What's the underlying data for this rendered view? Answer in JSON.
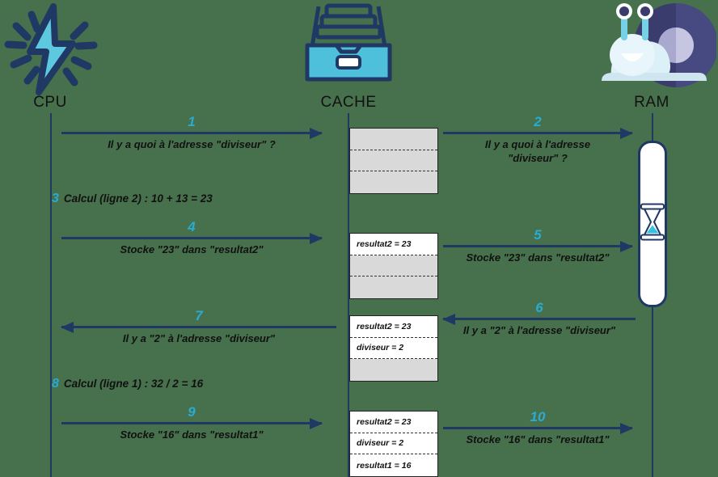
{
  "diagram": {
    "title": "CPU / CACHE / RAM sequence diagram",
    "background_color": "#47704c",
    "accent_number_color": "#29abd4",
    "line_color": "#1f3864"
  },
  "actors": [
    {
      "id": "cpu",
      "label": "CPU",
      "icon": "lightning-bolt-icon"
    },
    {
      "id": "cache",
      "label": "CACHE",
      "icon": "file-drawer-icon"
    },
    {
      "id": "ram",
      "label": "RAM",
      "icon": "snail-icon"
    }
  ],
  "ram_body": {
    "icon": "hourglass-icon"
  },
  "messages": [
    {
      "num": "1",
      "text": "Il y a quoi à l'adresse \"diviseur\" ?",
      "direction": "right",
      "from": "cpu",
      "to": "cache"
    },
    {
      "num": "2",
      "text": "Il y a quoi à l'adresse\n\"diviseur\" ?",
      "direction": "right",
      "from": "cache",
      "to": "ram"
    },
    {
      "num": "4",
      "text": "Stocke \"23\" dans \"resultat2\"",
      "direction": "right",
      "from": "cpu",
      "to": "cache"
    },
    {
      "num": "5",
      "text": "Stocke \"23\" dans \"resultat2\"",
      "direction": "right",
      "from": "cache",
      "to": "ram"
    },
    {
      "num": "6",
      "text": "Il y a \"2\" à l'adresse \"diviseur\"",
      "direction": "left",
      "from": "ram",
      "to": "cache"
    },
    {
      "num": "7",
      "text": "Il y a \"2\" à l'adresse \"diviseur\"",
      "direction": "left",
      "from": "cache",
      "to": "cpu"
    },
    {
      "num": "9",
      "text": "Stocke \"16\" dans \"resultat1\"",
      "direction": "right",
      "from": "cpu",
      "to": "cache"
    },
    {
      "num": "10",
      "text": "Stocke \"16\" dans \"resultat1\"",
      "direction": "right",
      "from": "cache",
      "to": "ram"
    }
  ],
  "notes": [
    {
      "num": "3",
      "text": "Calcul (ligne 2) : 10 + 13 = 23"
    },
    {
      "num": "8",
      "text": "Calcul (ligne 1) : 32 / 2 = 16"
    }
  ],
  "cache_blocks": [
    {
      "rows": [
        {
          "text": "",
          "filled": false
        },
        {
          "text": "",
          "filled": false
        },
        {
          "text": "",
          "filled": false
        }
      ]
    },
    {
      "rows": [
        {
          "text": "resultat2 = 23",
          "filled": true
        },
        {
          "text": "",
          "filled": false
        },
        {
          "text": "",
          "filled": false
        }
      ]
    },
    {
      "rows": [
        {
          "text": "resultat2 = 23",
          "filled": true
        },
        {
          "text": "diviseur = 2",
          "filled": true
        },
        {
          "text": "",
          "filled": false
        }
      ]
    },
    {
      "rows": [
        {
          "text": "resultat2 = 23",
          "filled": true
        },
        {
          "text": "diviseur = 2",
          "filled": true
        },
        {
          "text": "resultat1 = 16",
          "filled": true
        }
      ]
    }
  ]
}
